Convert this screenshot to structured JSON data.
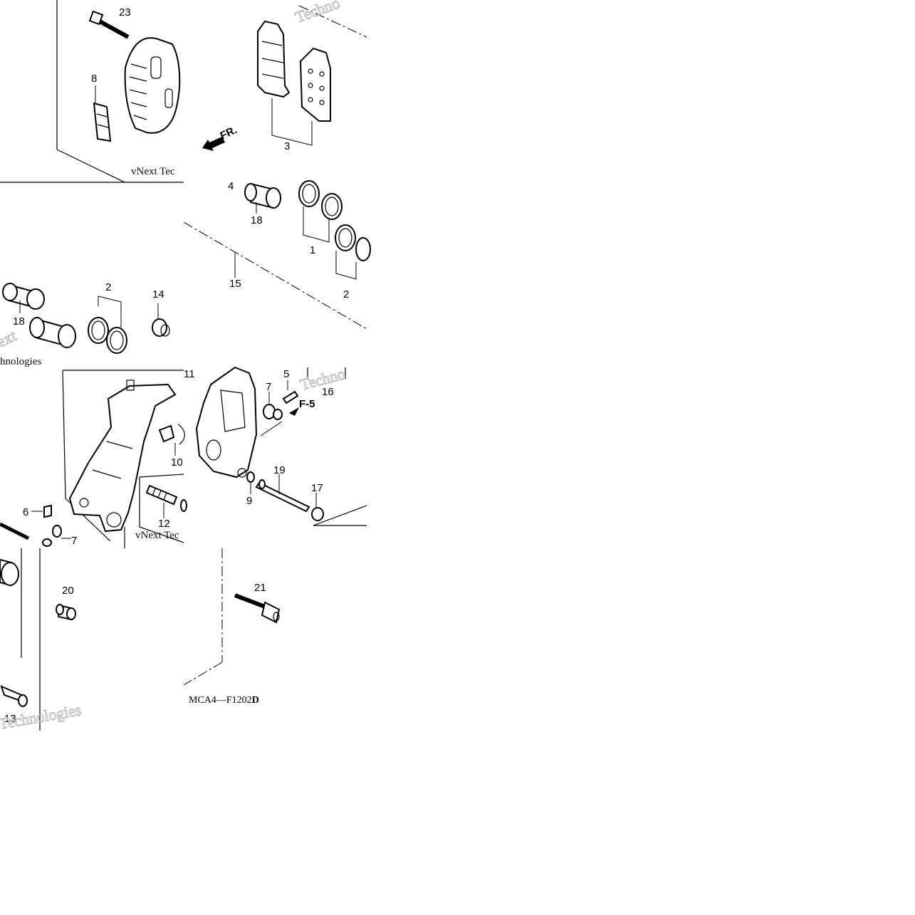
{
  "callouts": {
    "c1": "1",
    "c2a": "2",
    "c2b": "2",
    "c3": "3",
    "c4": "4",
    "c5": "5",
    "c6": "6",
    "c7a": "7",
    "c7b": "7",
    "c8": "8",
    "c9": "9",
    "c10": "10",
    "c11": "11",
    "c12": "12",
    "c13": "13",
    "c14": "14",
    "c15": "15",
    "c16": "16",
    "c17": "17",
    "c18a": "18",
    "c18b": "18",
    "c19": "19",
    "c20": "20",
    "c21": "21",
    "c23": "23"
  },
  "direction_label": "FR.",
  "reference_label": "F-5",
  "diagram_code": "MCA4—F1202",
  "diagram_code_suffix": "D",
  "watermark": {
    "line1": "vNext Tec",
    "line2": "hnologies",
    "fragment": "Techno",
    "fragment2": "ext",
    "fragment3": "Technologies"
  }
}
